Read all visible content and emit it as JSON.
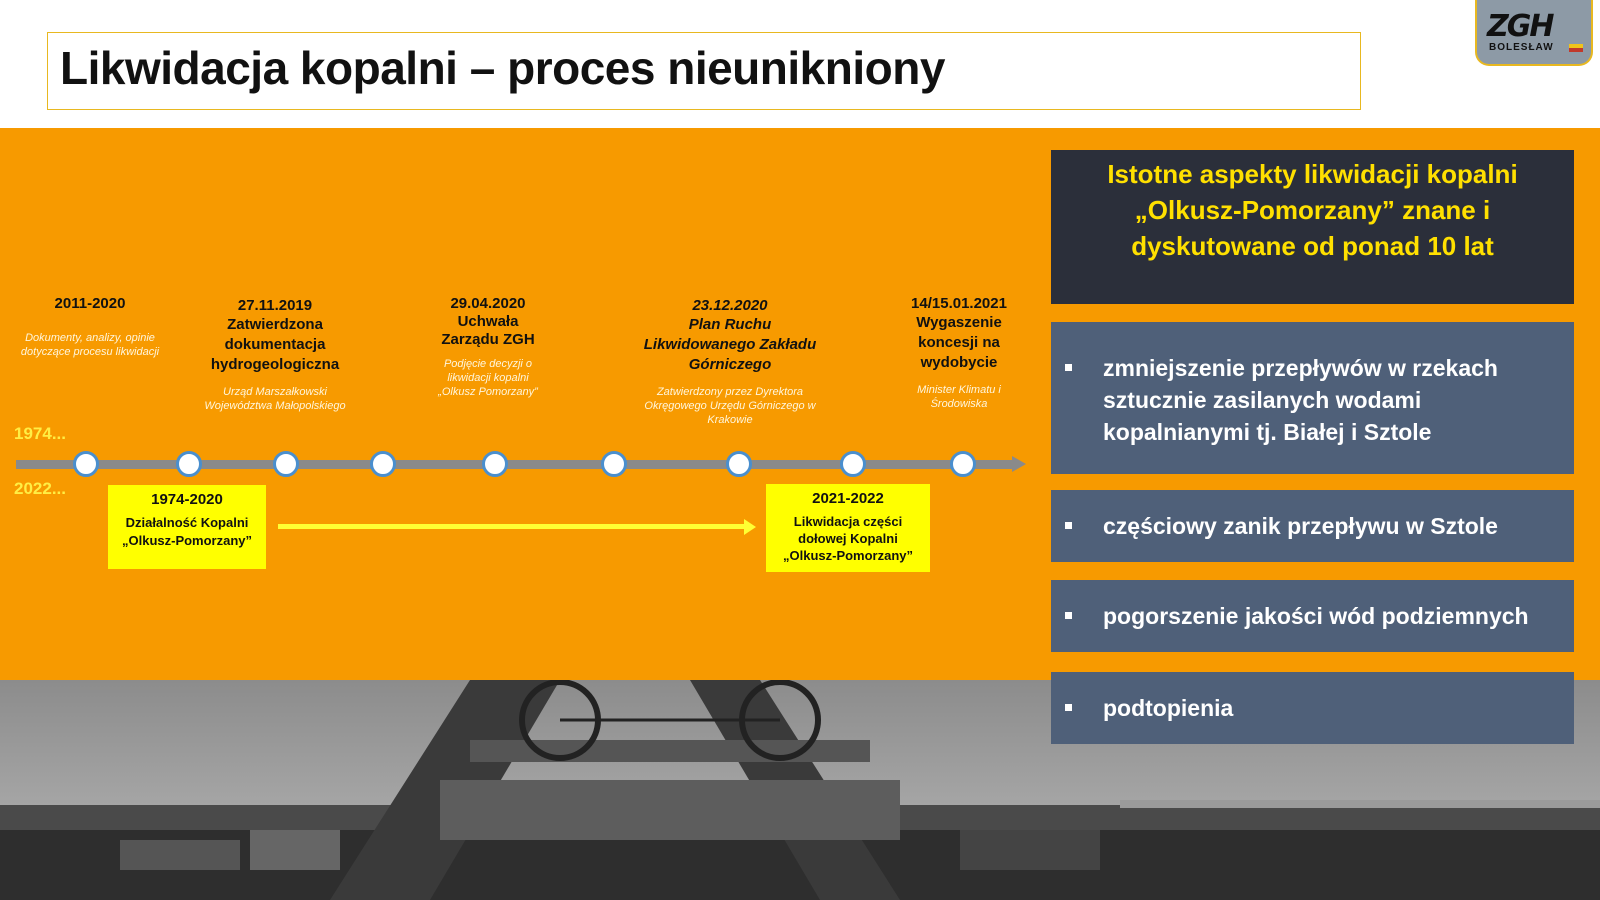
{
  "header": {
    "title": "Likwidacja kopalni – proces nieunikniony"
  },
  "logo": {
    "main": "ZGH",
    "sub": "BOLESŁAW"
  },
  "timeline": {
    "start_label": "1974...",
    "end_label": "2022...",
    "events": [
      {
        "date": "2011-2020",
        "title": "",
        "subtitle": "Dokumenty, analizy, opinie dotyczące procesu likwidacji"
      },
      {
        "date": "27.11.2019",
        "title": "Zatwierdzona dokumentacja hydrogeologiczna",
        "subtitle": "Urząd Marszałkowski Województwa Małopolskiego"
      },
      {
        "date": "29.04.2020",
        "title": "Uchwała Zarządu ZGH",
        "subtitle": "Podjęcie decyzji o likwidacji kopalni „Olkusz Pomorzany”"
      },
      {
        "date": "23.12.2020",
        "title": "Plan Ruchu Likwidowanego Zakładu Górniczego",
        "subtitle": "Zatwierdzony przez Dyrektora Okręgowego Urzędu Górniczego w Krakowie"
      },
      {
        "date": "14/15.01.2021",
        "title": "Wygaszenie koncesji na wydobycie",
        "subtitle": "Minister Klimatu i Środowiska"
      }
    ],
    "periods": [
      {
        "date": "1974-2020",
        "text": "Działalność Kopalni „Olkusz-Pomorzany”"
      },
      {
        "date": "2021-2022",
        "text": "Likwidacja części dołowej Kopalni „Olkusz-Pomorzany”"
      }
    ]
  },
  "aspects": {
    "heading": "Istotne aspekty  likwidacji kopalni „Olkusz-Pomorzany” znane i dyskutowane od ponad 10 lat",
    "items": [
      "zmniejszenie przepływów w rzekach sztucznie zasilanych wodami kopalnianymi tj. Białej i Sztole",
      "częściowy zanik przepływu w Sztole",
      "pogorszenie jakości wód podziemnych",
      "podtopienia"
    ]
  },
  "colors": {
    "orange": "#f79a00",
    "dark_panel": "#2b2f3a",
    "bullet_panel": "#4f6079",
    "highlight_yellow": "#ffff00",
    "heading_yellow": "#ffe000"
  }
}
